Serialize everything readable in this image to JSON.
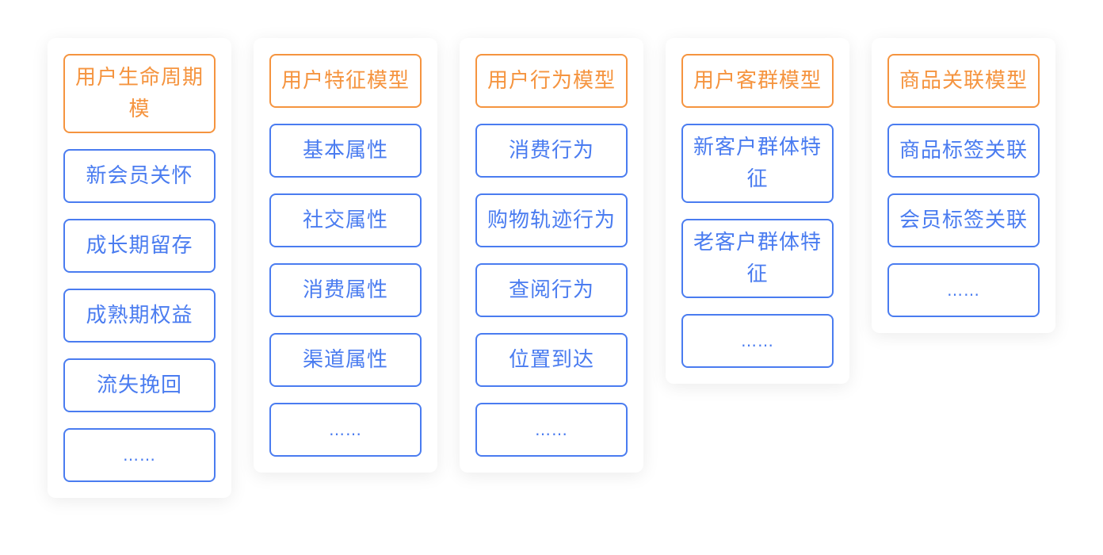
{
  "columns": [
    {
      "header": "用户生命周期模",
      "items": [
        "新会员关怀",
        "成长期留存",
        "成熟期权益",
        "流失挽回",
        "……"
      ]
    },
    {
      "header": "用户特征模型",
      "items": [
        "基本属性",
        "社交属性",
        "消费属性",
        "渠道属性",
        "……"
      ]
    },
    {
      "header": "用户行为模型",
      "items": [
        "消费行为",
        "购物轨迹行为",
        "查阅行为",
        "位置到达",
        "……"
      ]
    },
    {
      "header": "用户客群模型",
      "items": [
        "新客户群体特征",
        "老客户群体特征",
        "……"
      ]
    },
    {
      "header": "商品关联模型",
      "items": [
        "商品标签关联",
        "会员标签关联",
        "……"
      ]
    }
  ],
  "colors": {
    "header": "#f5943f",
    "item": "#4a7cf0",
    "card_background": "#ffffff"
  }
}
